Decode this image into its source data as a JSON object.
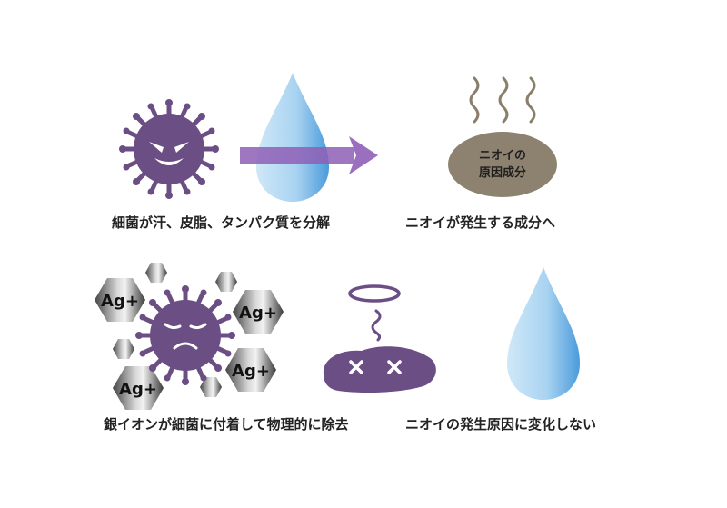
{
  "top": {
    "caption_left": "細菌が汗、皮脂、タンパク質を分解",
    "caption_right": "ニオイが発生する成分へ",
    "odor_blob_line1": "ニオイの",
    "odor_blob_line2": "原因成分"
  },
  "bottom": {
    "caption_left": "銀イオンが細菌に付着して物理的に除去",
    "caption_right": "ニオイの発生原因に変化しない",
    "ion_labels": [
      "Ag+",
      "Ag+",
      "Ag+",
      "Ag+"
    ]
  },
  "colors": {
    "bacteria": "#6b4f84",
    "arrow": "#9b6fc0",
    "odor_blob": "#8d8170",
    "odor_wave": "#8a7f6b",
    "drop_light": "#bfe0f5",
    "drop_dark": "#4f9fdc",
    "hex_dark": "#3d3d3d",
    "hex_light": "#bdbdbd"
  }
}
